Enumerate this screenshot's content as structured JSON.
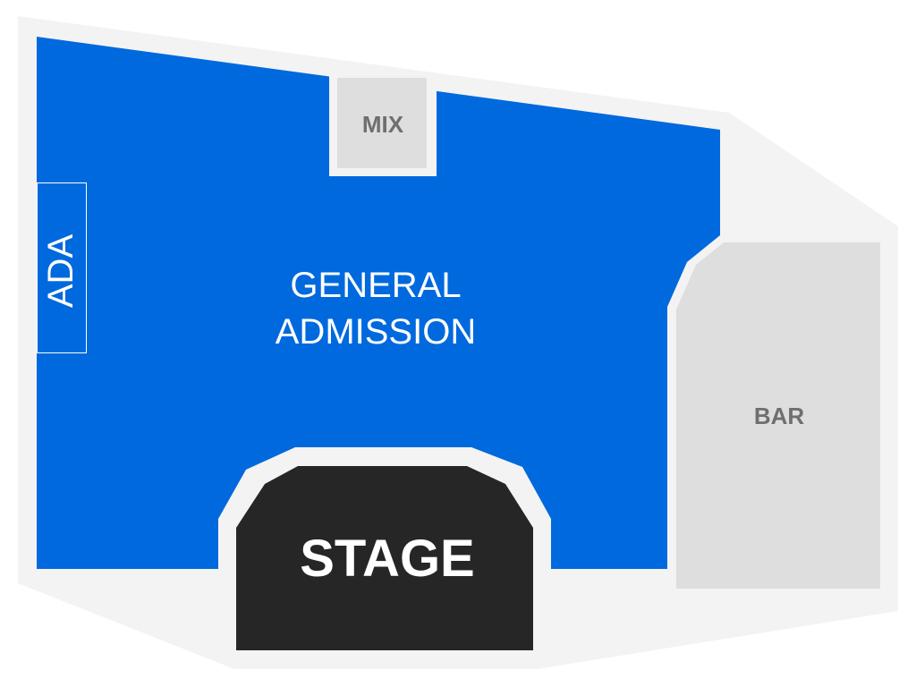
{
  "venue_map": {
    "sections": {
      "general_admission": {
        "line1": "GENERAL",
        "line2": "ADMISSION",
        "color": "#0069de"
      },
      "mix": {
        "label": "MIX",
        "color": "#dedede"
      },
      "ada": {
        "label": "ADA"
      },
      "stage": {
        "label": "STAGE",
        "color": "#262626"
      },
      "bar": {
        "label": "BAR",
        "color": "#dedede"
      }
    },
    "floor_color": "#f3f3f3"
  }
}
